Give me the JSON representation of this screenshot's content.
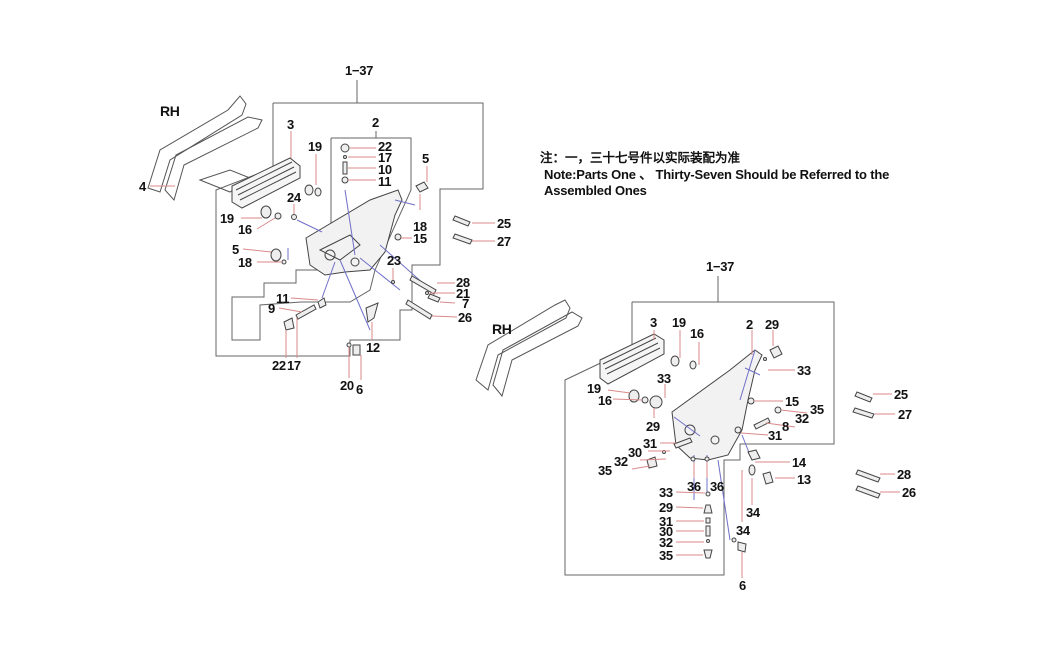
{
  "note": {
    "chinese": "注：一，三十七号件以实际装配为准",
    "english_line1": "Note:Parts One 、 Thirty-Seven Should be Referred to the",
    "english_line2": "Assembled Ones"
  },
  "colors": {
    "leader_line": "#d98a8a",
    "outline": "#555555",
    "assembly_line": "#6a6acb",
    "part_stroke": "#444444"
  },
  "assemblies": [
    {
      "name": "left-assembly",
      "side_label": "RH",
      "range_label": "1−37",
      "callouts": [
        "2",
        "3",
        "4",
        "19",
        "22",
        "17",
        "10",
        "11",
        "5",
        "24",
        "19",
        "16",
        "5",
        "18",
        "18",
        "15",
        "23",
        "28",
        "21",
        "7",
        "26",
        "11",
        "9",
        "12",
        "22",
        "17",
        "20",
        "6",
        "25",
        "27"
      ]
    },
    {
      "name": "right-assembly",
      "side_label": "RH",
      "range_label": "1−37",
      "callouts": [
        "3",
        "19",
        "16",
        "2",
        "29",
        "33",
        "19",
        "16",
        "33",
        "29",
        "15",
        "35",
        "32",
        "8",
        "31",
        "31",
        "30",
        "32",
        "35",
        "36",
        "36",
        "14",
        "13",
        "33",
        "29",
        "31",
        "30",
        "32",
        "35",
        "34",
        "34",
        "6",
        "25",
        "27",
        "28",
        "26"
      ]
    }
  ]
}
